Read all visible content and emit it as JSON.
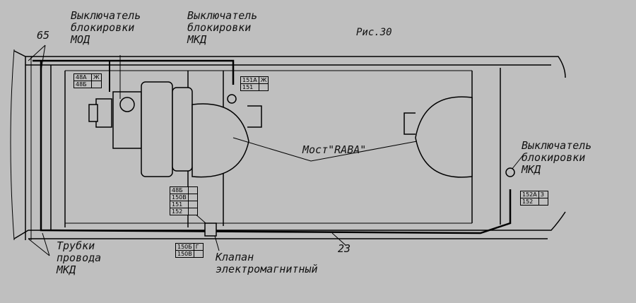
{
  "figure": {
    "title": "Рис.30"
  },
  "labels": {
    "switch_mod": [
      "Выключатель",
      "блокировки",
      "МОД"
    ],
    "switch_mkd_top": [
      "Выключатель",
      "блокировки",
      "МКД"
    ],
    "switch_mkd_right": [
      "Выключатель",
      "блокировки",
      "МКД"
    ],
    "axle": "Мост\"RABA\"",
    "tubes": [
      "Трубки",
      "провода",
      "МКД"
    ],
    "valve": [
      "Клапан",
      "электромагнитный"
    ],
    "ref_65": "65",
    "ref_23": "23"
  },
  "wire_tables": {
    "switch_mod": [
      [
        "48А",
        "Ж"
      ],
      [
        "48Б",
        ""
      ]
    ],
    "switch_mkd_top": [
      [
        "151А",
        "Ж"
      ],
      [
        "151",
        ""
      ]
    ],
    "valve_group": [
      [
        "48Б",
        ""
      ],
      [
        "150В",
        ""
      ],
      [
        "151",
        ""
      ],
      [
        "152",
        ""
      ]
    ],
    "valve": [
      [
        "150Б",
        "Г"
      ],
      [
        "150В",
        ""
      ]
    ],
    "switch_mkd_right": [
      [
        "152А",
        "З"
      ],
      [
        "152",
        ""
      ]
    ]
  }
}
